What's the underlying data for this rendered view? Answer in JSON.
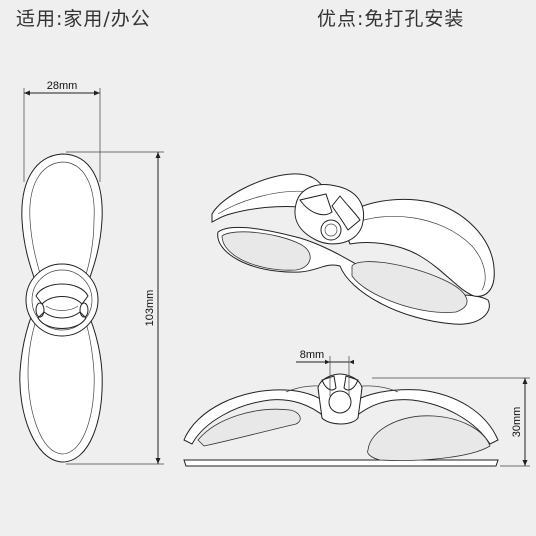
{
  "header": {
    "usage": "适用:家用/办公",
    "feature": "优点:免打孔安装"
  },
  "dimensions": {
    "width_top": "28mm",
    "length": "103mm",
    "slot": "8mm",
    "height": "30mm"
  }
}
